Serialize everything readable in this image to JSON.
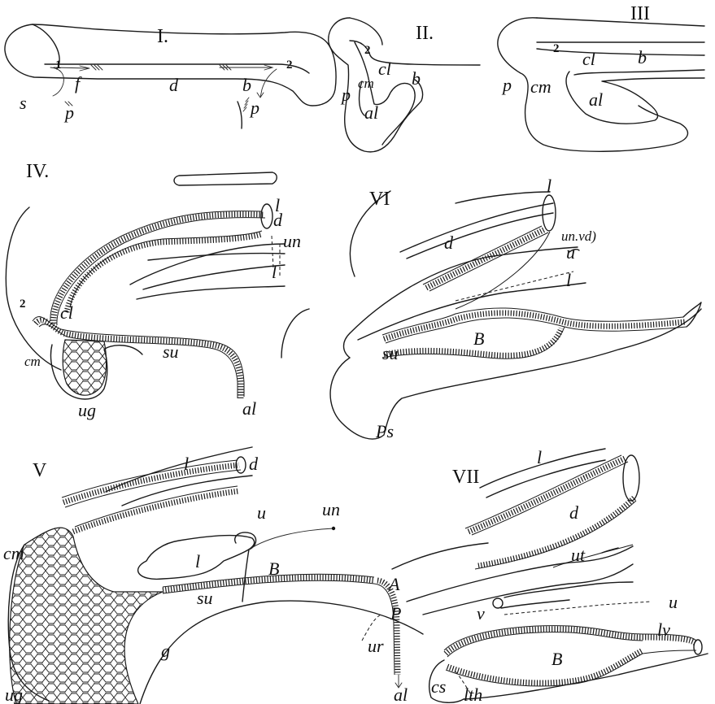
{
  "figures": [
    {
      "id": "I",
      "numeral": "I.",
      "labels": [
        "1",
        "f",
        "d",
        "b",
        "2",
        "s",
        "p",
        "p"
      ]
    },
    {
      "id": "II",
      "numeral": "II.",
      "labels": [
        "2",
        "cl",
        "b",
        "cm",
        "p",
        "al"
      ]
    },
    {
      "id": "III",
      "numeral": "III",
      "labels": [
        "2",
        "cl",
        "b",
        "p",
        "cm",
        "al"
      ]
    },
    {
      "id": "IV",
      "numeral": "IV.",
      "labels": [
        "l",
        "d",
        "un",
        "l",
        "2",
        "cl",
        "su",
        "cm",
        "ug",
        "al"
      ]
    },
    {
      "id": "V",
      "numeral": "V",
      "labels": [
        "l",
        "d",
        "u",
        "un",
        "l",
        "cm",
        "B",
        "su",
        "g",
        "ur",
        "al",
        "ug"
      ]
    },
    {
      "id": "VI",
      "numeral": "VI",
      "labels": [
        "l",
        "d",
        "un.vd)",
        "u",
        "l",
        "B",
        "su",
        "Ps"
      ]
    },
    {
      "id": "VII",
      "numeral": "VII",
      "labels": [
        "l",
        "d",
        "ut",
        "A",
        "P",
        "v",
        "u",
        "B",
        "lv",
        "cs",
        "lth"
      ]
    }
  ]
}
